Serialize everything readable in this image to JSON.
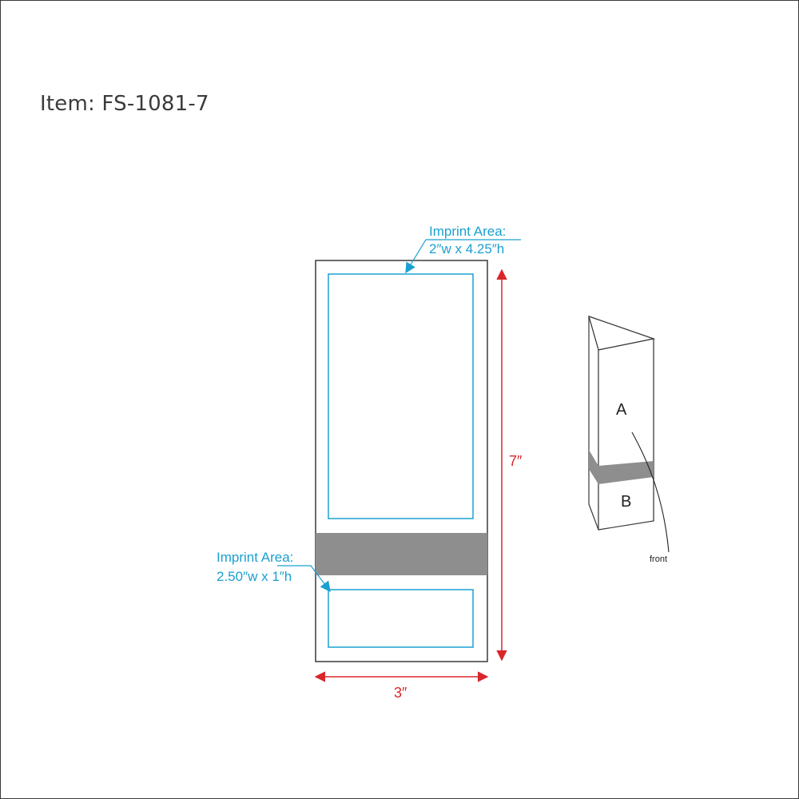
{
  "item": {
    "prefix": "Item:",
    "code": "FS-1081-7"
  },
  "imprint_top": {
    "title": "Imprint Area:",
    "size": "2″w x 4.25″h"
  },
  "imprint_bottom": {
    "title": "Imprint Area:",
    "size": "2.50″w x 1″h"
  },
  "dimensions": {
    "height": "7″",
    "width": "3″"
  },
  "side_view": {
    "label_a": "A",
    "label_b": "B",
    "front": "front"
  },
  "colors": {
    "outline": "#3a3a3a",
    "imprint": "#1aa0d0",
    "band": "#8e8e8e",
    "dimension": "#d8262b",
    "text": "#3b3b3b"
  }
}
